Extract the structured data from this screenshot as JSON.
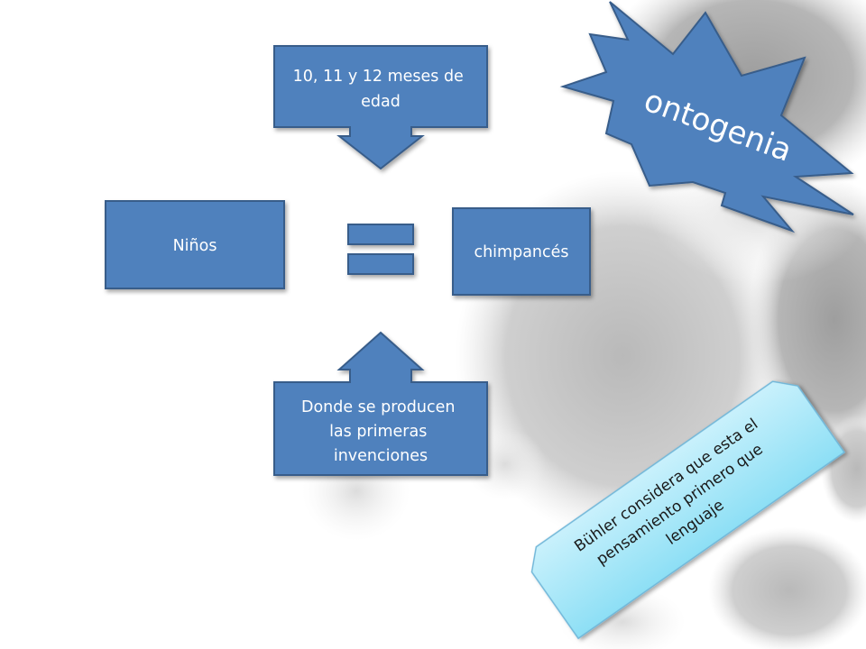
{
  "diagram": {
    "top_box": {
      "lines": [
        "10, 11 y 12 meses de",
        "edad"
      ]
    },
    "left_box": {
      "label": "Niños"
    },
    "right_box": {
      "label": "chimpancés"
    },
    "bottom_box": {
      "lines": [
        "Donde se producen",
        "las primeras",
        "invenciones"
      ]
    },
    "burst": {
      "label": "ontogenia"
    },
    "note": {
      "lines": [
        "Bühler considera que esta el",
        "pensamiento primero que",
        "lenguaje"
      ]
    }
  },
  "colors": {
    "box_fill": "#4f81bd",
    "box_stroke": "#385d8a",
    "note_fill_top": "#c9f1fc",
    "note_fill_bottom": "#8ddff5",
    "note_stroke": "#6fb6d8"
  }
}
